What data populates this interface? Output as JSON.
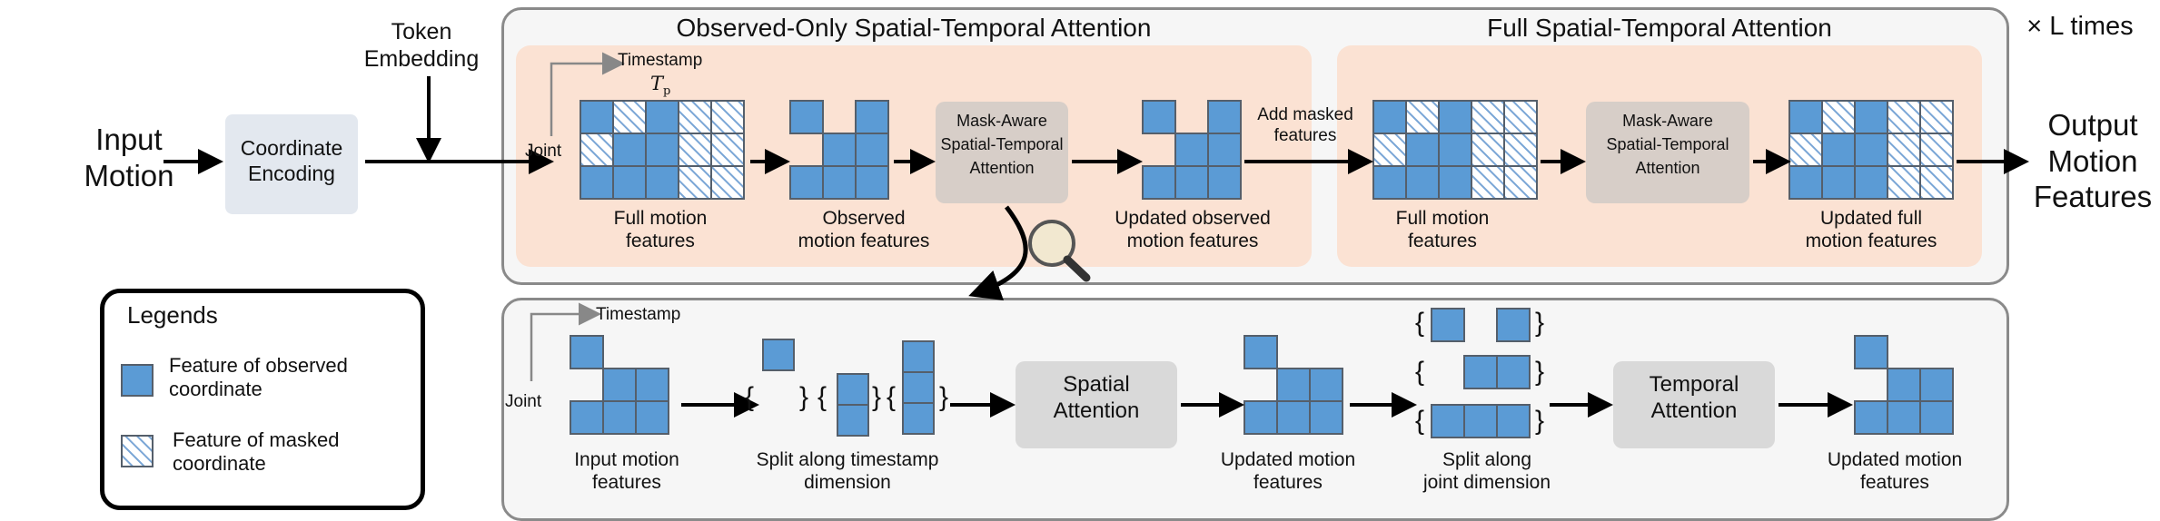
{
  "colors": {
    "observed": "#5b9bd5",
    "cell_border": "#555f6b",
    "masked_stripe": "#7aa6d6",
    "peach": "#fbe2d3",
    "panel_border": "#8a8a8a"
  },
  "left": {
    "input_motion": [
      "Input",
      "Motion"
    ],
    "token_embedding": [
      "Token",
      "Embedding"
    ],
    "coordinate_encoding": [
      "Coordinate",
      "Encoding"
    ]
  },
  "top_panel": {
    "observed_title": "Observed-Only Spatial-Temporal Attention",
    "full_title": "Full Spatial-Temporal Attention",
    "repeat_label": "× L times",
    "axis_timestamp": "Timestamp",
    "axis_joint": "Joint",
    "tp_label": "T",
    "tp_sub": "p",
    "full_motion_features": [
      "Full motion",
      "features"
    ],
    "observed_motion_features": [
      "Observed",
      "motion features"
    ],
    "mask_aware_attention": [
      "Mask-Aware",
      "Spatial-Temporal",
      "Attention"
    ],
    "updated_observed": [
      "Updated observed",
      "motion features"
    ],
    "add_masked": [
      "Add masked",
      "features"
    ],
    "full_motion_features_2": [
      "Full motion",
      "features"
    ],
    "mask_aware_attention_2": [
      "Mask-Aware",
      "Spatial-Temporal",
      "Attention"
    ],
    "updated_full": [
      "Updated full",
      "motion features"
    ]
  },
  "output": [
    "Output",
    "Motion",
    "Features"
  ],
  "legend": {
    "title": "Legends",
    "observed": [
      "Feature of observed",
      "coordinate"
    ],
    "masked": [
      "Feature of masked",
      "coordinate"
    ]
  },
  "bottom_panel": {
    "axis_timestamp": "Timestamp",
    "axis_joint": "Joint",
    "input_motion_features": [
      "Input motion",
      "features"
    ],
    "split_timestamp": [
      "Split along timestamp",
      "dimension"
    ],
    "spatial_attention": [
      "Spatial",
      "Attention"
    ],
    "updated_motion_1": [
      "Updated motion",
      "features"
    ],
    "split_joint": [
      "Split along",
      "joint dimension"
    ],
    "temporal_attention": [
      "Temporal",
      "Attention"
    ],
    "updated_motion_2": [
      "Updated motion",
      "features"
    ]
  }
}
